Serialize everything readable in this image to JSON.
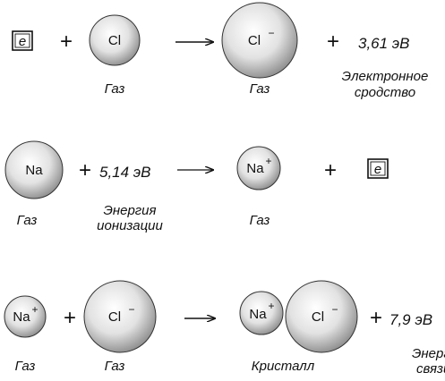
{
  "colors": {
    "ink": "#111111",
    "sphere_light": "#ffffff",
    "sphere_dark": "#8c8c8c"
  },
  "row1": {
    "electron": "e",
    "plus_1": "+",
    "atom_cl": "Cl",
    "atom_cl_label": "Газ",
    "arrow": "→",
    "ion_cl": "Cl",
    "ion_cl_charge": "−",
    "ion_cl_label": "Газ",
    "plus_2": "+",
    "energy": "3,61 эВ",
    "energy_caption_line1": "Электронное",
    "energy_caption_line2": "сродство"
  },
  "row2": {
    "atom_na": "Na",
    "atom_na_label": "Газ",
    "plus_1": "+",
    "energy": "5,14 эВ",
    "energy_caption_line1": "Энергия",
    "energy_caption_line2": "ионизации",
    "arrow": "→",
    "ion_na": "Na",
    "ion_na_charge": "+",
    "ion_na_label": "Газ",
    "plus_2": "+",
    "electron": "e"
  },
  "row3": {
    "ion_na": "Na",
    "ion_na_charge": "+",
    "ion_na_label": "Газ",
    "plus_1": "+",
    "ion_cl": "Cl",
    "ion_cl_charge": "−",
    "ion_cl_label": "Газ",
    "arrow": "→",
    "crystal_na": "Na",
    "crystal_na_charge": "+",
    "crystal_cl": "Cl",
    "crystal_cl_charge": "−",
    "crystal_label": "Кристалл",
    "plus_2": "+",
    "energy": "7,9 эВ",
    "energy_caption_line1": "Энергия",
    "energy_caption_line2": "связи"
  }
}
